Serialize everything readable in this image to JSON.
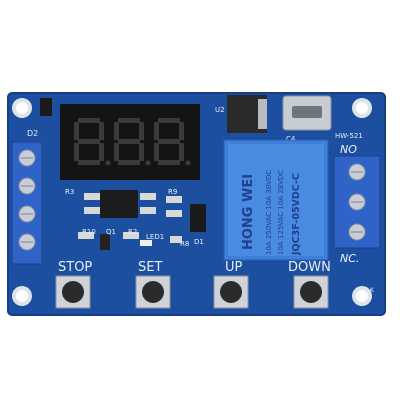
{
  "board": {
    "model": "HW-521",
    "display_labels": [
      "D2",
      "R3",
      "R9",
      "Q1",
      "R10",
      "R2",
      "LED1",
      "R8",
      "D1",
      "U2",
      "C4",
      "K"
    ],
    "buttons": [
      {
        "label": "STOP"
      },
      {
        "label": "SET"
      },
      {
        "label": "UP"
      },
      {
        "label": "DOWN"
      }
    ],
    "terminals": {
      "no_label": "NO",
      "nc_label": "NC."
    },
    "relay": {
      "brand": "HONG WEI",
      "rating_1": "10A 250VAC  10A 30VDC",
      "rating_2": "10A 125VAC  10A 28VDC",
      "part": "JQC3F-05VDC-C"
    },
    "display_digits": "8.8.8."
  },
  "colors": {
    "pcb": "#1d4fa0",
    "pcb_edge": "#173f85",
    "terminal": "#2f63c8",
    "relay": "#3d7fd9",
    "display": "#141414",
    "segment_off": "#3a3a3a"
  }
}
